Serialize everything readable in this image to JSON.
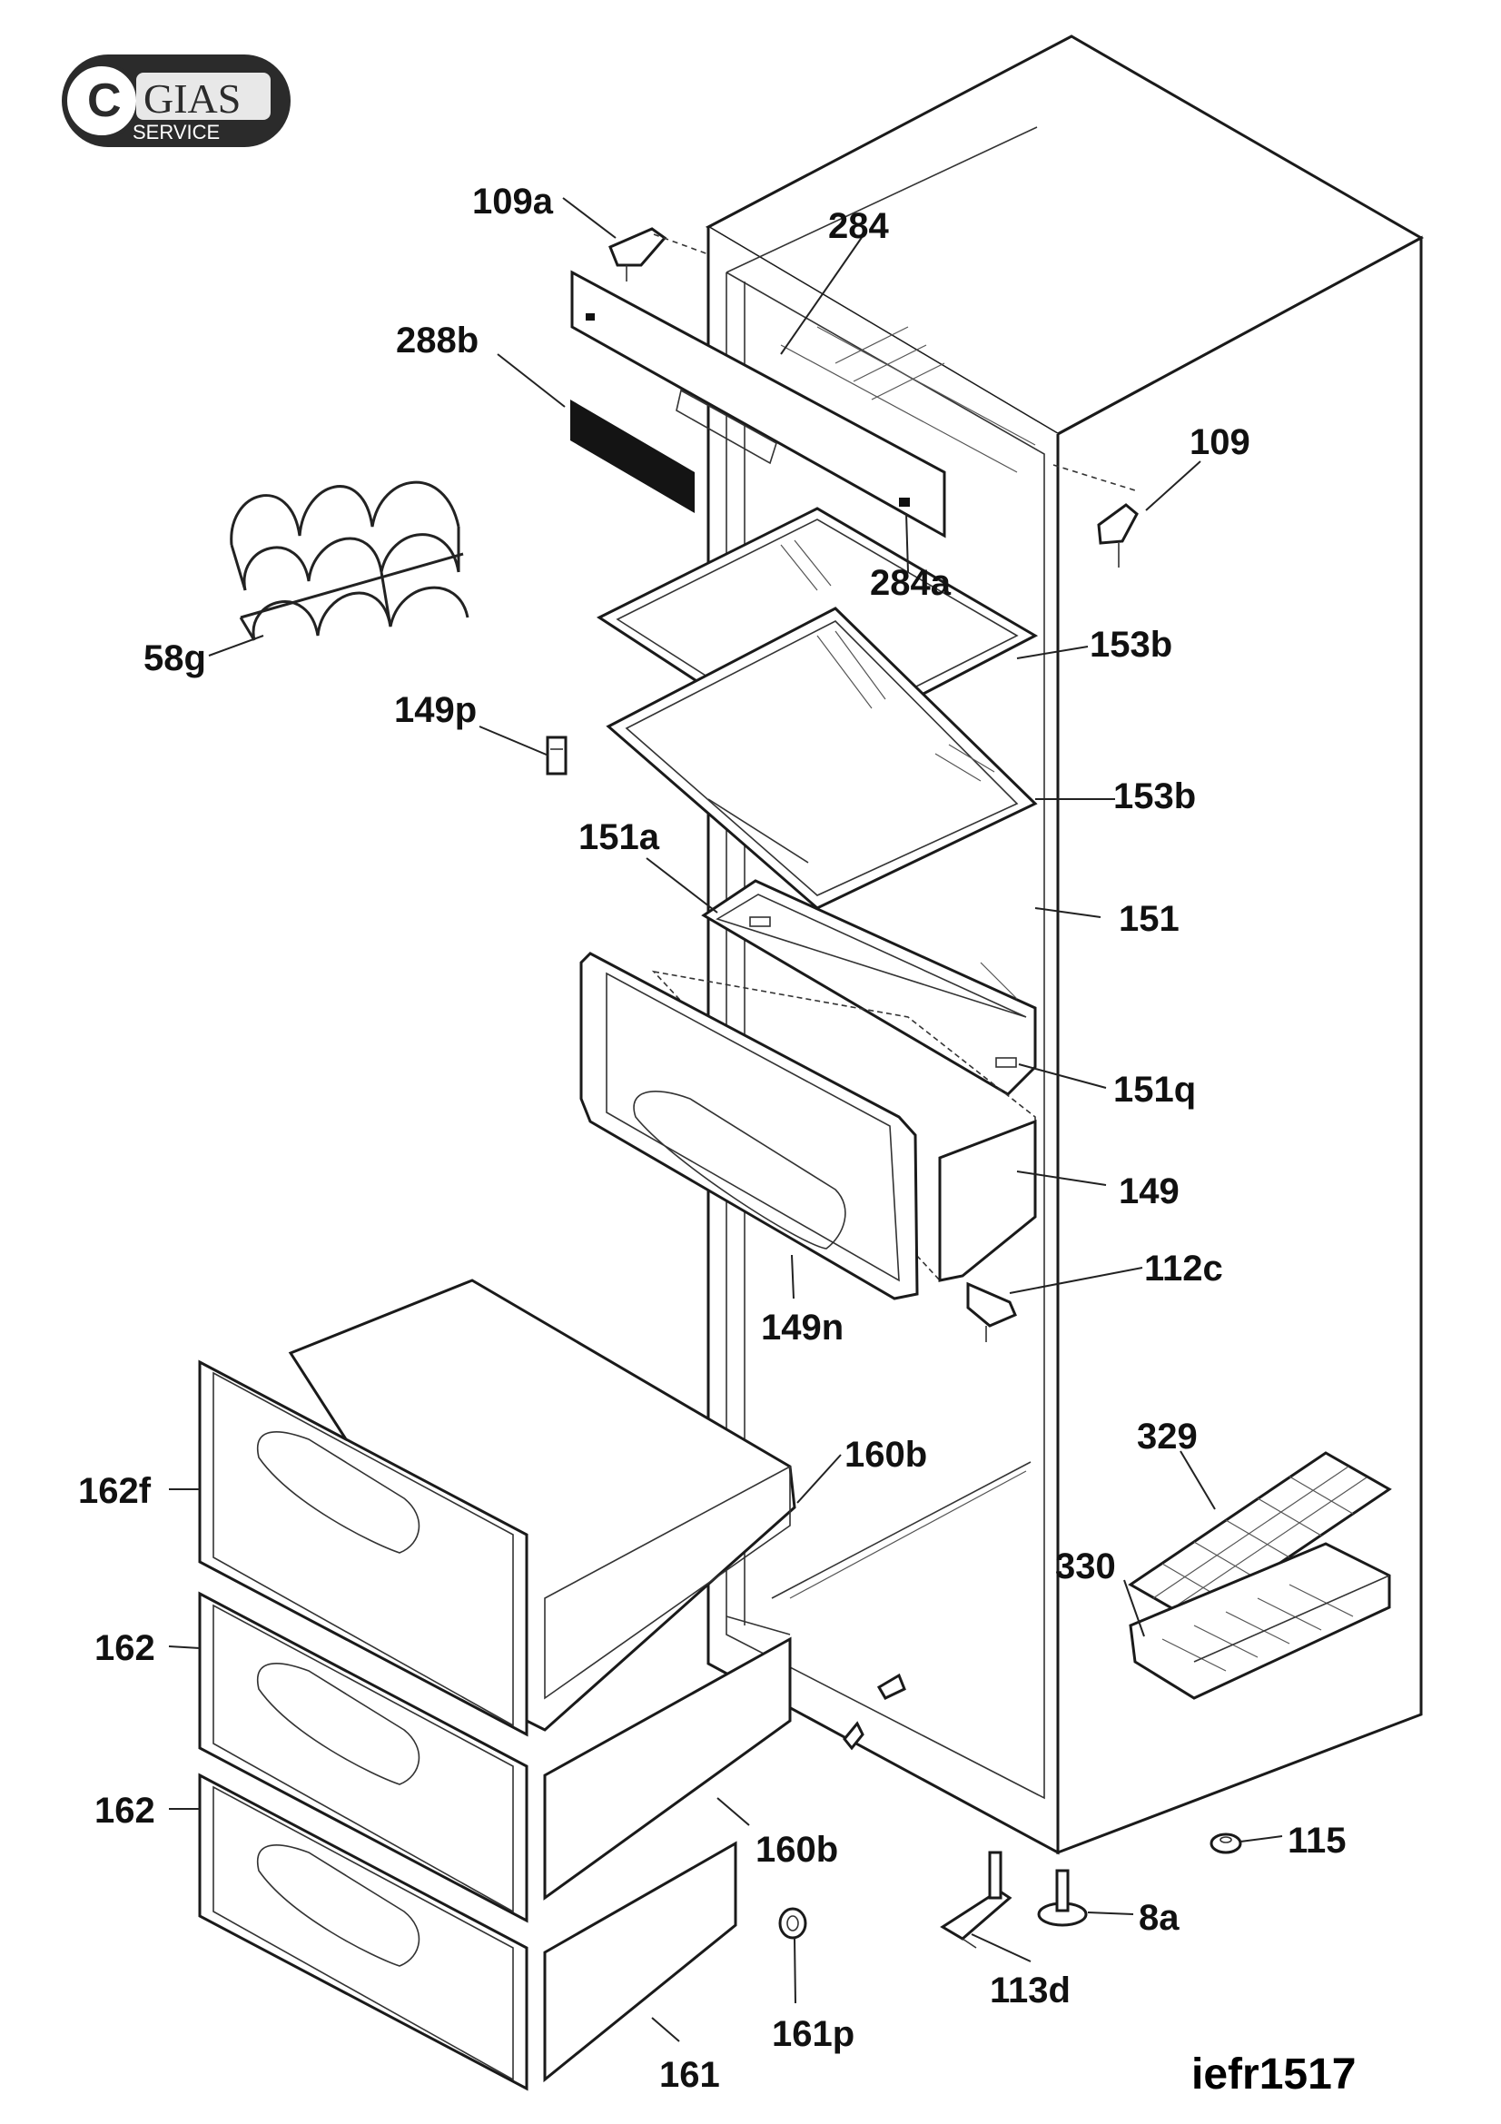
{
  "logo": {
    "brand": "GIAS",
    "sub": "SERVICE",
    "accent": "#2b2b2b"
  },
  "drawing_code": "iefr1517",
  "parts": [
    {
      "id": "p109a",
      "label": "109a"
    },
    {
      "id": "p284",
      "label": "284"
    },
    {
      "id": "p288b",
      "label": "288b"
    },
    {
      "id": "p109",
      "label": "109"
    },
    {
      "id": "p284a",
      "label": "284a"
    },
    {
      "id": "p58g",
      "label": "58g"
    },
    {
      "id": "p153b_1",
      "label": "153b"
    },
    {
      "id": "p149p",
      "label": "149p"
    },
    {
      "id": "p153b_2",
      "label": "153b"
    },
    {
      "id": "p151a",
      "label": "151a"
    },
    {
      "id": "p151",
      "label": "151"
    },
    {
      "id": "p151q",
      "label": "151q"
    },
    {
      "id": "p149",
      "label": "149"
    },
    {
      "id": "p112c",
      "label": "112c"
    },
    {
      "id": "p149n",
      "label": "149n"
    },
    {
      "id": "p160b_1",
      "label": "160b"
    },
    {
      "id": "p329",
      "label": "329"
    },
    {
      "id": "p162f",
      "label": "162f"
    },
    {
      "id": "p330",
      "label": "330"
    },
    {
      "id": "p162_1",
      "label": "162"
    },
    {
      "id": "p162_2",
      "label": "162"
    },
    {
      "id": "p160b_2",
      "label": "160b"
    },
    {
      "id": "p115",
      "label": "115"
    },
    {
      "id": "p8a",
      "label": "8a"
    },
    {
      "id": "p113d",
      "label": "113d"
    },
    {
      "id": "p161p",
      "label": "161p"
    },
    {
      "id": "p161",
      "label": "161"
    }
  ]
}
